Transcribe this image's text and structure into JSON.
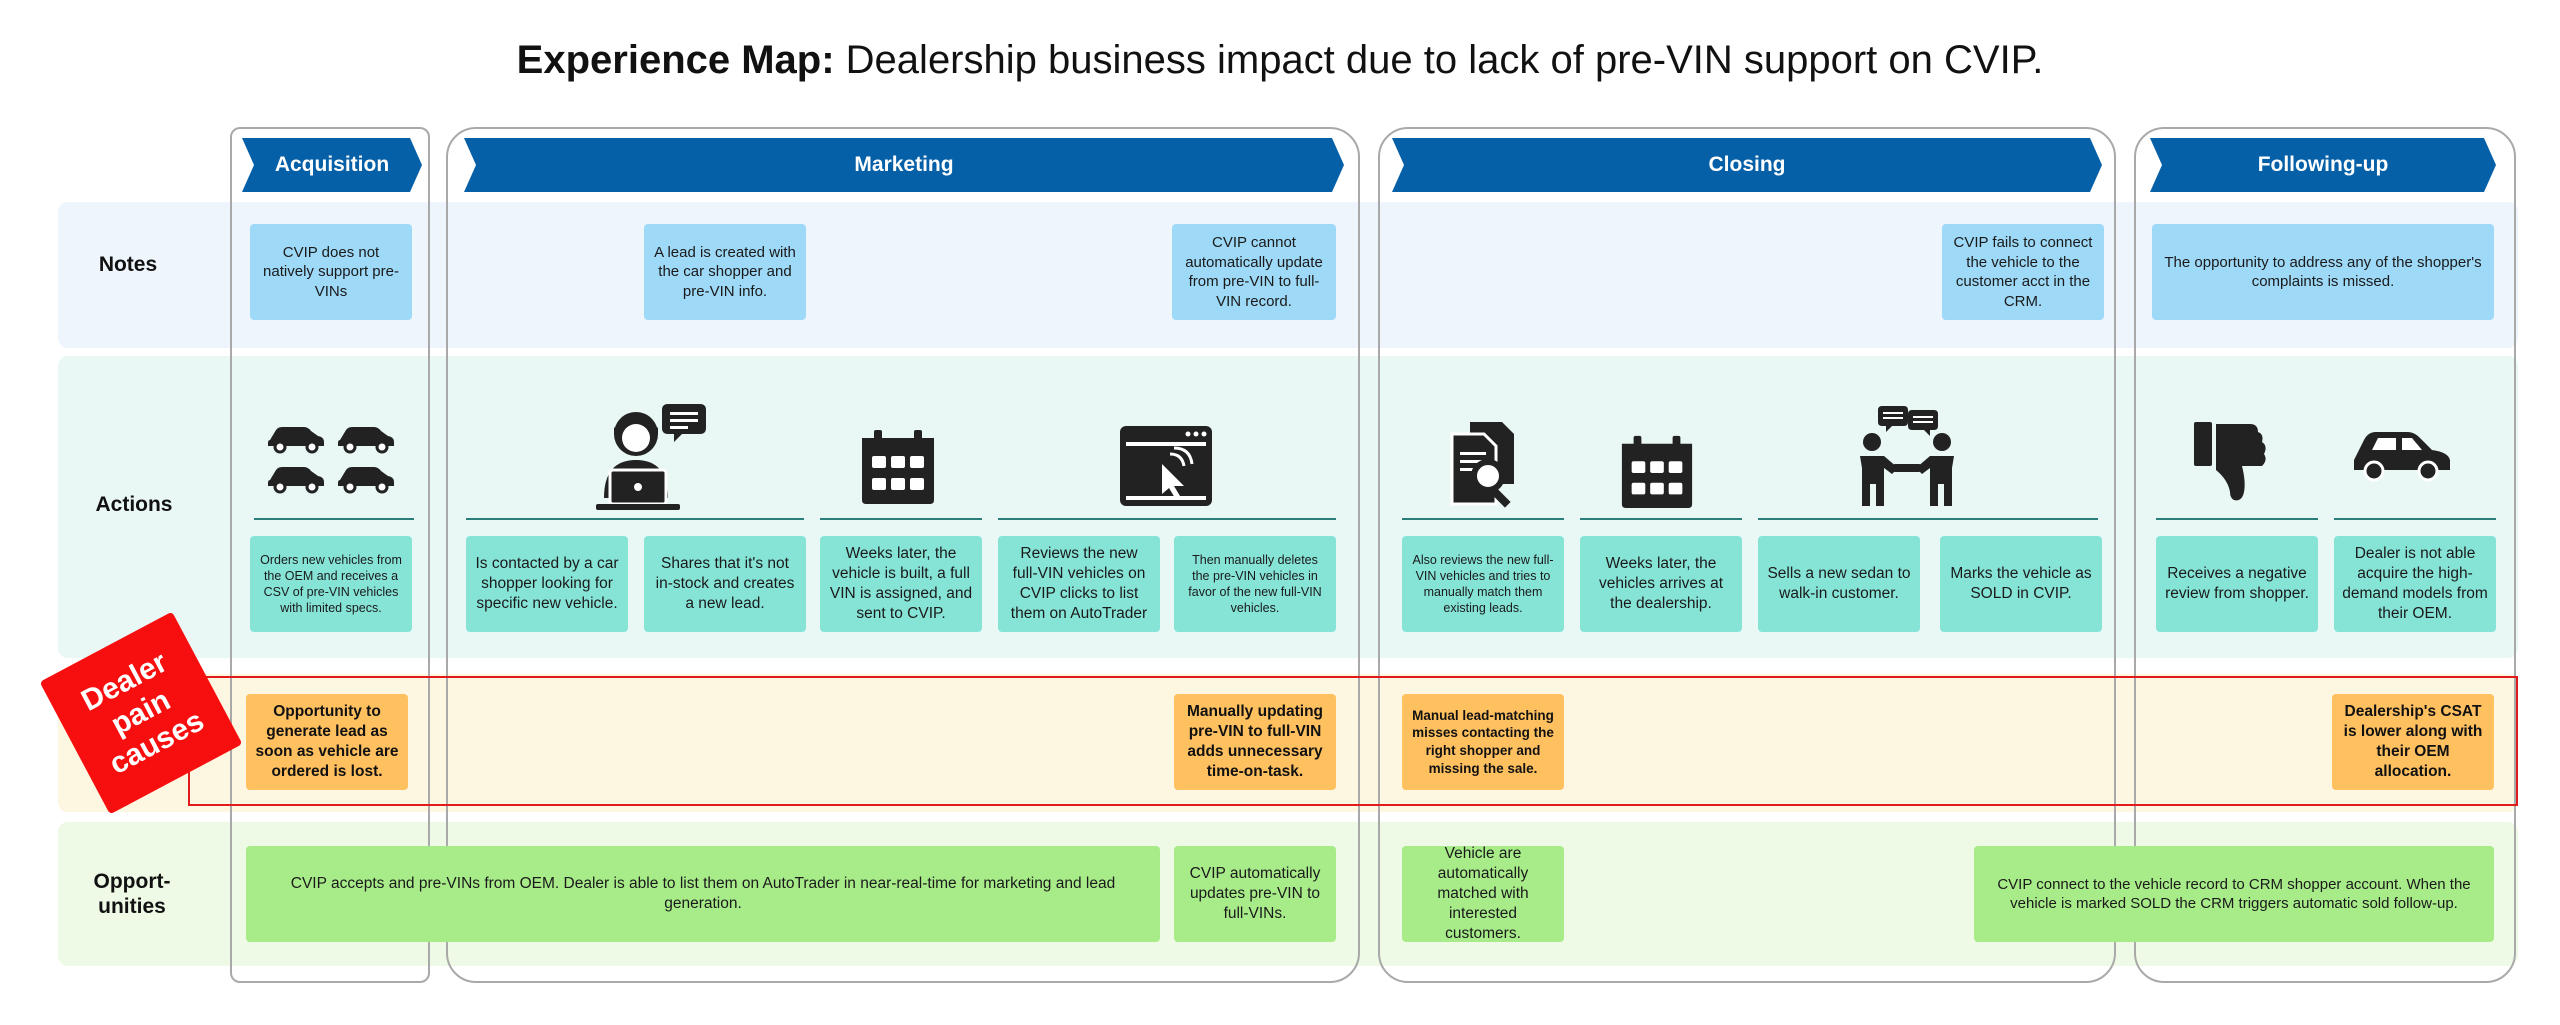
{
  "title": {
    "bold": "Experience Map:",
    "rest": "Dealership business impact due to lack of pre-VIN support on CVIP."
  },
  "rows": {
    "notes": "Notes",
    "actions": "Actions",
    "opportunities": "Opport-\nunities"
  },
  "stamp": "Dealer\npain\ncauses",
  "stages": {
    "acquisition": "Acquisition",
    "marketing": "Marketing",
    "closing": "Closing",
    "following_up": "Following-up"
  },
  "notes": {
    "n1": "CVIP does not natively support pre-VINs",
    "n2": "A lead is created with the car shopper and pre-VIN info.",
    "n3": "CVIP cannot automatically update from pre-VIN to full-VIN record.",
    "n4": "CVIP fails to connect the vehicle to the customer acct in the CRM.",
    "n5": "The opportunity to address any of the shopper's complaints is missed."
  },
  "actions": {
    "a1": "Orders new vehicles from the OEM and receives a CSV of pre-VIN vehicles with limited specs.",
    "a2": "Is contacted by a car shopper looking for specific new vehicle.",
    "a3": "Shares that it's not in-stock and creates a new lead.",
    "a4": "Weeks later, the vehicle is built, a full VIN is assigned, and sent to CVIP.",
    "a5": "Reviews the new full-VIN vehicles on CVIP clicks to list them on AutoTrader",
    "a6": "Then manually deletes the pre-VIN vehicles in favor of the new full-VIN vehicles.",
    "a7": "Also reviews the new full-VIN vehicles and tries to manually match them existing leads.",
    "a8": "Weeks later, the vehicles arrives at the dealership.",
    "a9": "Sells a new sedan to walk-in customer.",
    "a10": "Marks the vehicle as SOLD in CVIP.",
    "a11": "Receives a negative review from shopper.",
    "a12": "Dealer is not able acquire the high-demand models from their OEM."
  },
  "pains": {
    "p1": "Opportunity to generate lead as soon as vehicle are ordered is lost.",
    "p2": "Manually updating pre-VIN to full-VIN adds unnecessary time-on-task.",
    "p3": "Manual lead-matching misses contacting the right shopper and missing the sale.",
    "p4": "Dealership's CSAT is lower along with their OEM allocation."
  },
  "opportunities": {
    "o1": "CVIP accepts and pre-VINs from OEM. Dealer is able to list them on AutoTrader in near-real-time for marketing and lead generation.",
    "o2": "CVIP automatically updates pre-VIN to full-VINs.",
    "o3": "Vehicle are automatically matched with interested customers.",
    "o4": "CVIP connect to the vehicle record to CRM shopper account. When the vehicle is marked SOLD the CRM triggers automatic sold follow-up."
  },
  "icons": {
    "cars": "car-icon",
    "support": "support-agent-icon",
    "calendar": "calendar-icon",
    "browser": "browser-click-icon",
    "documents": "document-search-icon",
    "handshake": "handshake-icon",
    "thumbs_down": "thumbs-down-icon",
    "car": "car-icon"
  },
  "colors": {
    "chevron": "#0660a8",
    "note": "#9ed9f7",
    "action": "#86e4d7",
    "pain": "#ffc060",
    "opportunity": "#a8ec8a",
    "stamp": "#f70f0f"
  }
}
